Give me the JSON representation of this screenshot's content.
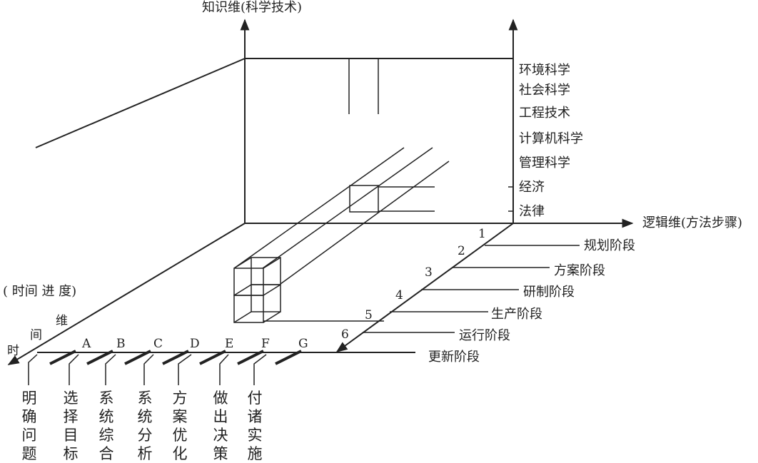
{
  "axes": {
    "knowledge": "知识维(科学技术)",
    "logic": "逻辑维(方法步骤)",
    "time": {
      "full": "( 时间 进 度)",
      "part_wei": "维",
      "part_jian": "间",
      "part_shi": "时"
    }
  },
  "knowledge_items": [
    "环境科学",
    "社会科学",
    "工程技术",
    "计算机科学",
    "管理科学",
    "经济",
    "法律"
  ],
  "logic_steps": [
    {
      "num": "1",
      "label": "规划阶段"
    },
    {
      "num": "2",
      "label": "方案阶段"
    },
    {
      "num": "3",
      "label": "研制阶段"
    },
    {
      "num": "4",
      "label": "生产阶段"
    },
    {
      "num": "5",
      "label": ""
    },
    {
      "num": "6",
      "label": "运行阶段"
    }
  ],
  "logic_last": "更新阶段",
  "logic_step5_label": "",
  "time_letters": [
    "A",
    "B",
    "C",
    "D",
    "E",
    "F",
    "G"
  ],
  "time_steps": [
    "明确问题",
    "选择目标",
    "系统综合",
    "系统分析",
    "方案优化",
    "做出决策",
    "付诸实施"
  ],
  "colors": {
    "line": "#222222",
    "text": "#222222",
    "background": "#ffffff"
  }
}
